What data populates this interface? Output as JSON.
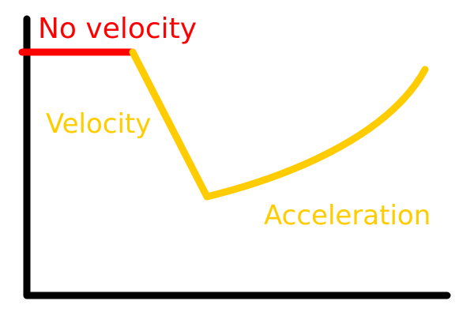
{
  "labels": {
    "no_velocity": "No velocity",
    "velocity": "Velocity",
    "acceleration": "Acceleration"
  },
  "colors": {
    "axes": "#000000",
    "no_velocity": "#ff0000",
    "velocity": "#ffcc00",
    "acceleration": "#ffcc00"
  }
}
